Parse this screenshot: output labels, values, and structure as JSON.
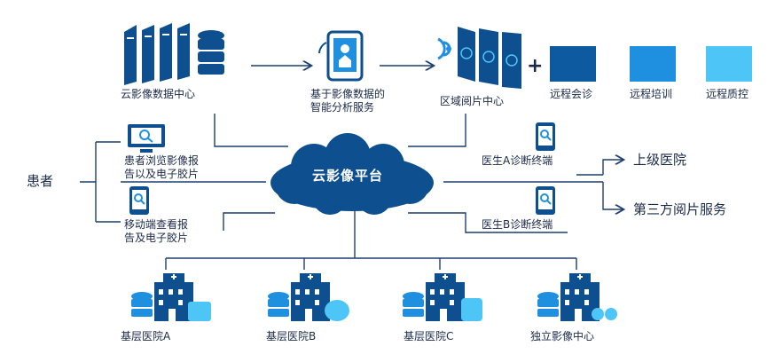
{
  "platform": {
    "label": "云影像平台"
  },
  "top": {
    "cloud_center": "云影像数据中心",
    "analysis": [
      "基于影像数据的",
      "智能分析服务"
    ],
    "reading_center": "区域阅片中心"
  },
  "services": [
    {
      "label": "远程会诊",
      "color": "#0d5aa1"
    },
    {
      "label": "远程培训",
      "color": "#1f8fe0"
    },
    {
      "label": "远程质控",
      "color": "#4dc5f7"
    }
  ],
  "patient": {
    "label": "患者"
  },
  "patient_items": [
    {
      "label": [
        "患者浏览影像报",
        "告以及电子胶片"
      ]
    },
    {
      "label": [
        "移动端查看报",
        "告及电子胶片"
      ]
    }
  ],
  "doctor_terminals": [
    {
      "label": "医生A诊断终端"
    },
    {
      "label": "医生B诊断终端"
    }
  ],
  "external": [
    {
      "label": "上级医院"
    },
    {
      "label": "第三方阅片服务"
    }
  ],
  "hospitals": [
    {
      "label": "基层医院A"
    },
    {
      "label": "基层医院B"
    },
    {
      "label": "基层医院C"
    },
    {
      "label": "独立影像中心"
    }
  ],
  "colors": {
    "primary": "#0d4f8f",
    "accent": "#1f8fe0",
    "light": "#4dc5f7",
    "line": "#1c3f6e"
  }
}
